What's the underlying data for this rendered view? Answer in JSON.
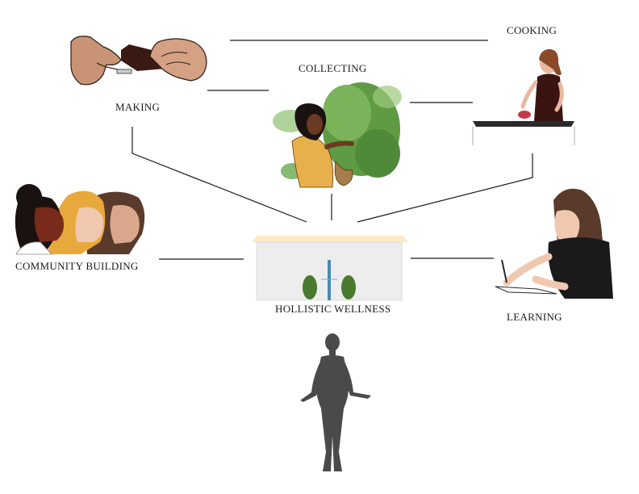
{
  "nodes": {
    "cooking": "COOKING",
    "collecting": "COLLECTING",
    "making": "MAKING",
    "community_building": "COMMUNITY BUILDING",
    "holistic_wellness": "HOLLISTIC WELLNESS",
    "learning": "LEARNING"
  },
  "illustrations": {
    "making": "hands-dropper-bottle-illustration",
    "collecting": "woman-gathering-plants-illustration",
    "cooking": "woman-cooking-illustration",
    "community_building": "three-women-profile-illustration",
    "learning": "woman-writing-illustration",
    "holistic_wellness": "greenhouse-illustration",
    "figure": "person-silhouette"
  },
  "colors": {
    "line": "#1a1a1a",
    "skin_dark": "#6b3a22",
    "skin_light": "#f0c8b0",
    "hair_blonde": "#e8a93c",
    "foliage": "#4f8a3a",
    "silhouette": "#4a4a4a",
    "shirt_yellow": "#e8b04a"
  }
}
